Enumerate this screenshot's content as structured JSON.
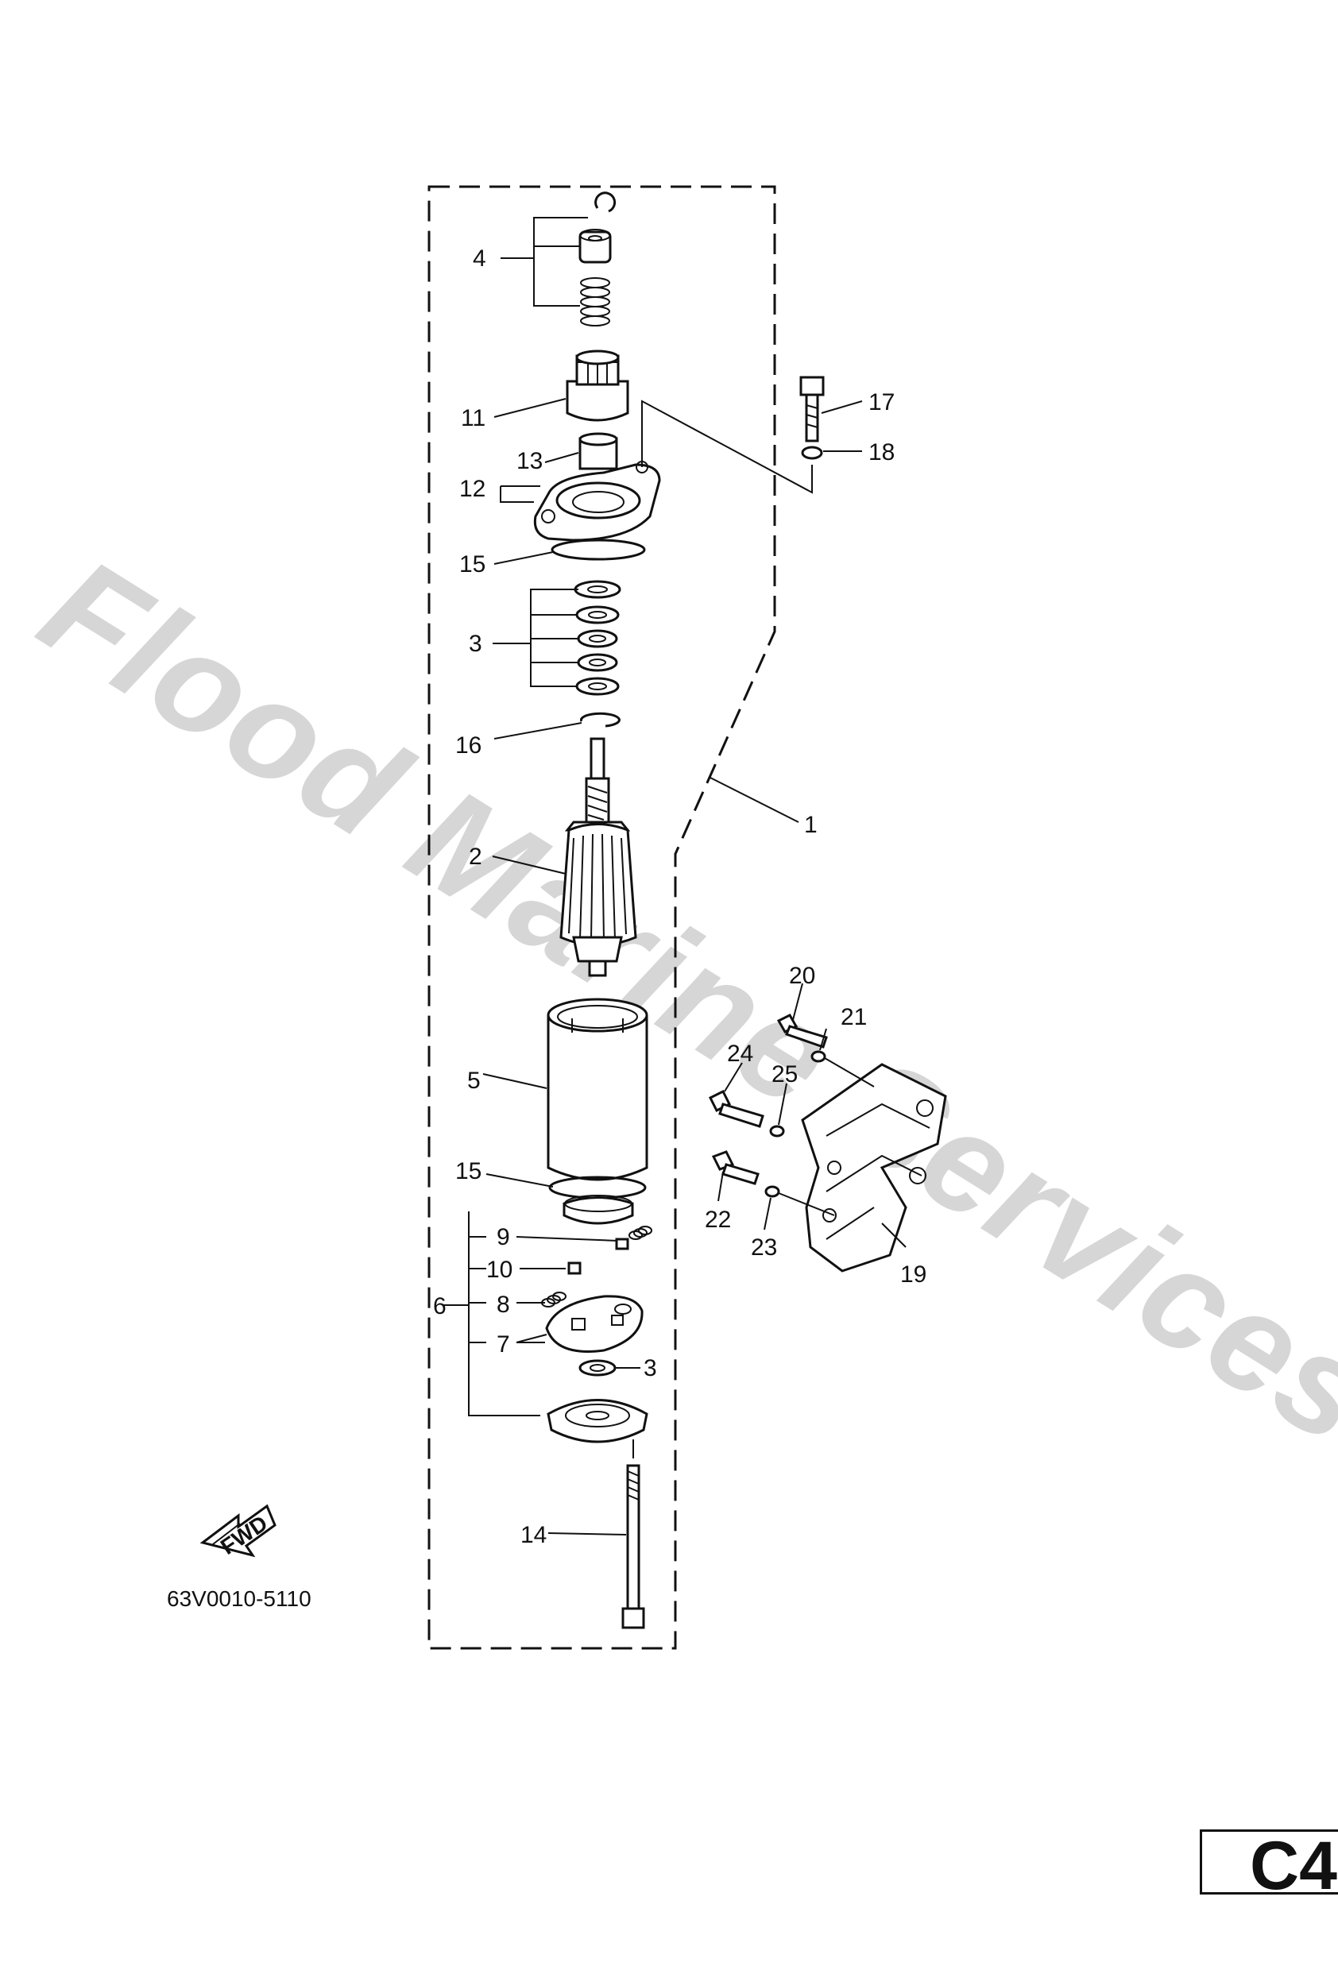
{
  "watermark": "Flood Marine Services",
  "drawing_code": "63V0010-5110",
  "fwd_label": "FWD",
  "page_tag": "C4",
  "callouts": {
    "c1": "1",
    "c2": "2",
    "c3a": "3",
    "c3b": "3",
    "c4": "4",
    "c5": "5",
    "c6": "6",
    "c7": "7",
    "c8": "8",
    "c9": "9",
    "c10": "10",
    "c11": "11",
    "c12": "12",
    "c13": "13",
    "c14": "14",
    "c15a": "15",
    "c15b": "15",
    "c16": "16",
    "c17": "17",
    "c18": "18",
    "c19": "19",
    "c20": "20",
    "c21": "21",
    "c22": "22",
    "c23": "23",
    "c24": "24",
    "c25": "25"
  }
}
